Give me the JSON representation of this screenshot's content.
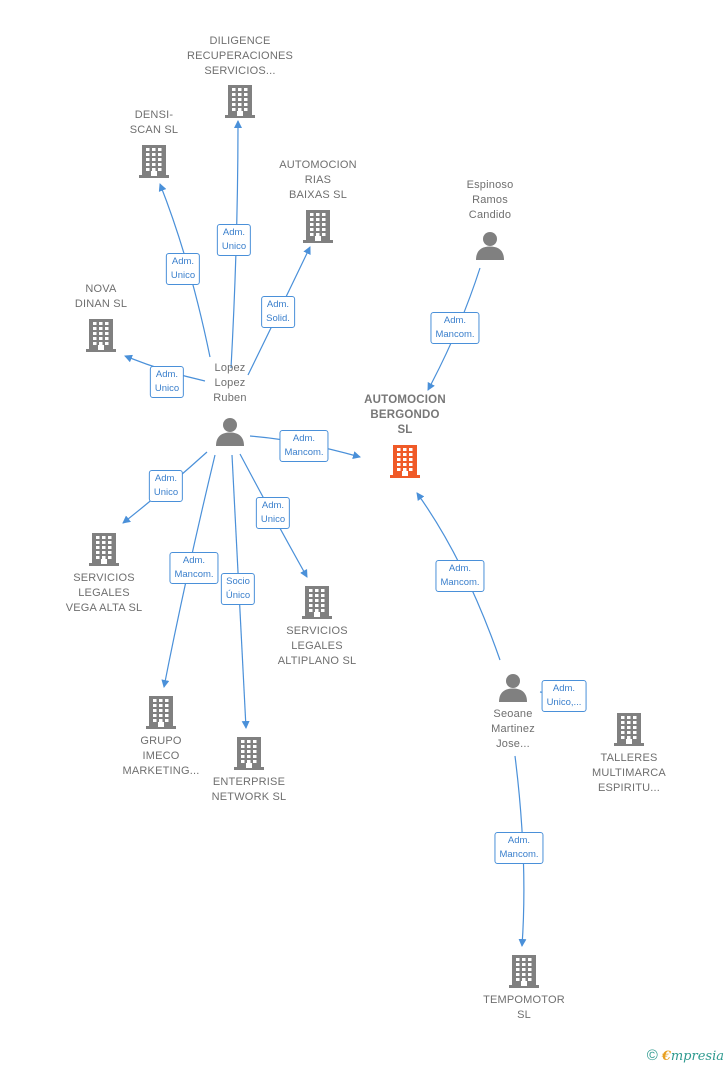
{
  "nodes": [
    {
      "id": "bergondo",
      "type": "company",
      "main": true,
      "label": [
        "AUTOMOCION",
        "BERGONDO",
        "SL"
      ]
    },
    {
      "id": "diligence",
      "type": "company",
      "label": [
        "DILIGENCE",
        "RECUPERACIONES",
        "SERVICIOS..."
      ]
    },
    {
      "id": "densi",
      "type": "company",
      "label": [
        "DENSI-",
        "SCAN SL"
      ]
    },
    {
      "id": "rias",
      "type": "company",
      "label": [
        "AUTOMOCION",
        "RIAS",
        "BAIXAS  SL"
      ]
    },
    {
      "id": "espinoso",
      "type": "person",
      "label": [
        "Espinoso",
        "Ramos",
        "Candido"
      ]
    },
    {
      "id": "nova",
      "type": "company",
      "label": [
        "NOVA",
        "DINAN  SL"
      ]
    },
    {
      "id": "lopez",
      "type": "person",
      "label": [
        "Lopez",
        "Lopez",
        "Ruben"
      ]
    },
    {
      "id": "vega",
      "type": "company",
      "label": [
        "SERVICIOS",
        "LEGALES",
        "VEGA ALTA  SL"
      ]
    },
    {
      "id": "altiplano",
      "type": "company",
      "label": [
        "SERVICIOS",
        "LEGALES",
        "ALTIPLANO  SL"
      ]
    },
    {
      "id": "imeco",
      "type": "company",
      "label": [
        "GRUPO",
        "IMECO",
        "MARKETING..."
      ]
    },
    {
      "id": "enterprise",
      "type": "company",
      "label": [
        "ENTERPRISE",
        "NETWORK  SL"
      ]
    },
    {
      "id": "seoane",
      "type": "person",
      "label": [
        "Seoane",
        "Martinez",
        "Jose..."
      ]
    },
    {
      "id": "talleres",
      "type": "company",
      "label": [
        "TALLERES",
        "MULTIMARCA",
        "ESPIRITU..."
      ]
    },
    {
      "id": "tempomotor",
      "type": "company",
      "label": [
        "TEMPOMOTOR",
        "SL"
      ]
    }
  ],
  "edges": [
    {
      "from": "lopez",
      "to": "diligence",
      "label": [
        "Adm.",
        "Unico"
      ]
    },
    {
      "from": "lopez",
      "to": "densi",
      "label": [
        "Adm.",
        "Unico"
      ]
    },
    {
      "from": "lopez",
      "to": "rias",
      "label": [
        "Adm.",
        "Solid."
      ]
    },
    {
      "from": "lopez",
      "to": "nova",
      "label": [
        "Adm.",
        "Unico"
      ]
    },
    {
      "from": "lopez",
      "to": "bergondo",
      "label": [
        "Adm.",
        "Mancom."
      ]
    },
    {
      "from": "lopez",
      "to": "vega",
      "label": [
        "Adm.",
        "Unico"
      ]
    },
    {
      "from": "lopez",
      "to": "altiplano",
      "label": [
        "Adm.",
        "Unico"
      ]
    },
    {
      "from": "lopez",
      "to": "imeco",
      "label": [
        "Adm.",
        "Mancom."
      ]
    },
    {
      "from": "lopez",
      "to": "enterprise",
      "label": [
        "Socio",
        "Único"
      ]
    },
    {
      "from": "espinoso",
      "to": "bergondo",
      "label": [
        "Adm.",
        "Mancom."
      ]
    },
    {
      "from": "seoane",
      "to": "bergondo",
      "label": [
        "Adm.",
        "Mancom."
      ]
    },
    {
      "from": "seoane",
      "to": "talleres",
      "label": [
        "Adm.",
        "Unico,..."
      ]
    },
    {
      "from": "seoane",
      "to": "tempomotor",
      "label": [
        "Adm.",
        "Mancom."
      ]
    }
  ],
  "colors": {
    "edge": "#4a90d9",
    "icon": "#808080",
    "main_icon": "#f05a28"
  },
  "footer": {
    "copyright": "©",
    "brand_first": "€",
    "brand_rest": "mpresia"
  }
}
